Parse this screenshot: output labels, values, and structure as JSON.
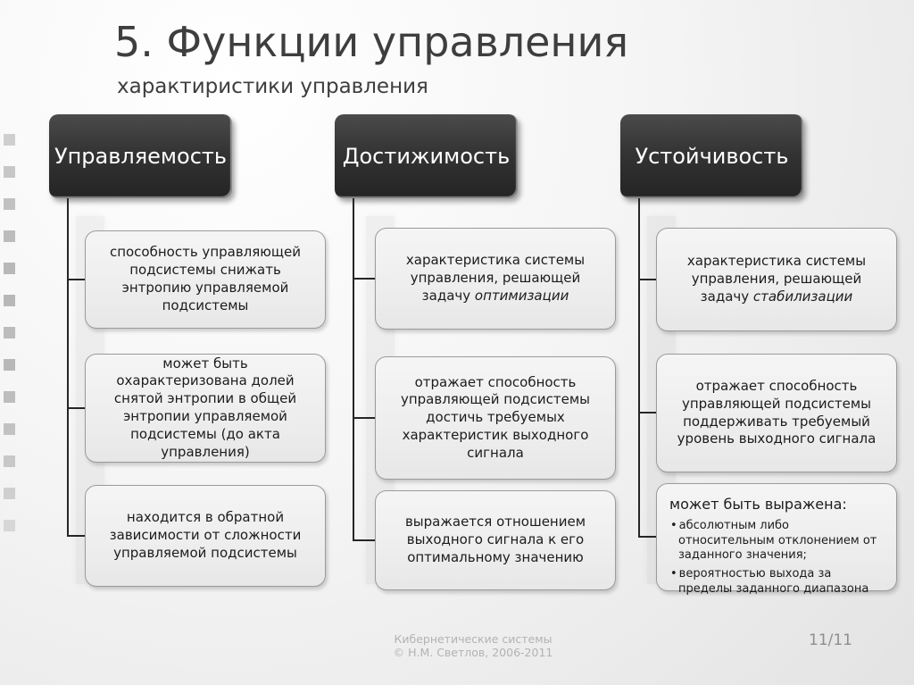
{
  "title": "5. Функции управления",
  "subtitle": "характиристики управления",
  "columns": [
    {
      "header": "Управляемость",
      "children": [
        {
          "text": "способность управляющей подсистемы снижать энтропию управляемой подсистемы"
        },
        {
          "text": "может быть охарактеризована долей снятой энтропии в общей энтропии управляемой подсистемы (до акта управления)"
        },
        {
          "text": "находится в обратной зависимости от сложности управляемой подсистемы"
        }
      ]
    },
    {
      "header": "Достижимость",
      "children": [
        {
          "text": "характеристика системы управления, решающей задачу ",
          "italic": "оптимизации"
        },
        {
          "text": "отражает способность управляющей подсистемы достичь требуемых характеристик выходного сигнала"
        },
        {
          "text": "выражается отношением выходного сигнала к его оптимальному значению"
        }
      ]
    },
    {
      "header": "Устойчивость",
      "children": [
        {
          "text": "характеристика системы управления, решающей задачу ",
          "italic": "стабилизации"
        },
        {
          "text": "отражает способность управляющей подсистемы поддерживать требуемый уровень выходного сигнала"
        },
        {
          "title": "может быть выражена:",
          "bullets": [
            "абсолютным либо относительным отклонением от заданного значения;",
            "вероятностью выхода за пределы заданного диапазона"
          ]
        }
      ]
    }
  ],
  "footer": {
    "line1": "Кибернетические системы",
    "line2": "© Н.М. Светлов, 2006-2011",
    "page": "11/11"
  },
  "decoration": {
    "left_strip": "filmstrip-squares"
  },
  "colors": {
    "header_box": "#2f2f2f",
    "child_box": "#ededed",
    "child_border": "#9b9b9b",
    "connector": "#262626",
    "title_text": "#3e3e3e",
    "body_text": "#1c1c1c",
    "footer_text": "#b3b3b3",
    "page_number_text": "#8e8e8e",
    "background": "#f0f0f0"
  }
}
